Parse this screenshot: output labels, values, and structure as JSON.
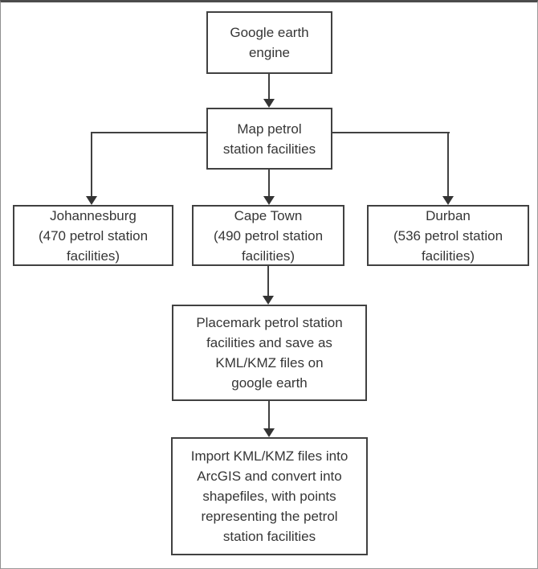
{
  "figure": {
    "type": "flowchart",
    "colors": {
      "background": "#ffffff",
      "node_border": "#414141",
      "connector": "#414141",
      "text": "#363636",
      "frame_top": "#4c4c4c",
      "frame_sides": "#9a9a9a"
    },
    "nodes": {
      "google_earth_engine": "Google earth\nengine",
      "map_petrol_station_facilities": "Map petrol\nstation facilities",
      "johannesburg": "Johannesburg\n(470 petrol station\nfacilities)",
      "cape_town": "Cape Town\n(490 petrol station\nfacilities)",
      "durban": "Durban\n(536 petrol station\nfacilities)",
      "placemark_save_kml": "Placemark petrol station\nfacilities and save as\nKML/KMZ files on\ngoogle earth",
      "import_arcgis": "Import KML/KMZ files into\nArcGIS and convert into\nshapefiles, with points\nrepresenting the petrol\nstation facilities"
    },
    "station_counts": {
      "johannesburg": 470,
      "cape_town": 490,
      "durban": 536
    },
    "edges": [
      {
        "from": "google_earth_engine",
        "to": "map_petrol_station_facilities"
      },
      {
        "from": "map_petrol_station_facilities",
        "to": "johannesburg"
      },
      {
        "from": "map_petrol_station_facilities",
        "to": "cape_town"
      },
      {
        "from": "map_petrol_station_facilities",
        "to": "durban"
      },
      {
        "from": "cape_town",
        "to": "placemark_save_kml"
      },
      {
        "from": "placemark_save_kml",
        "to": "import_arcgis"
      }
    ]
  }
}
